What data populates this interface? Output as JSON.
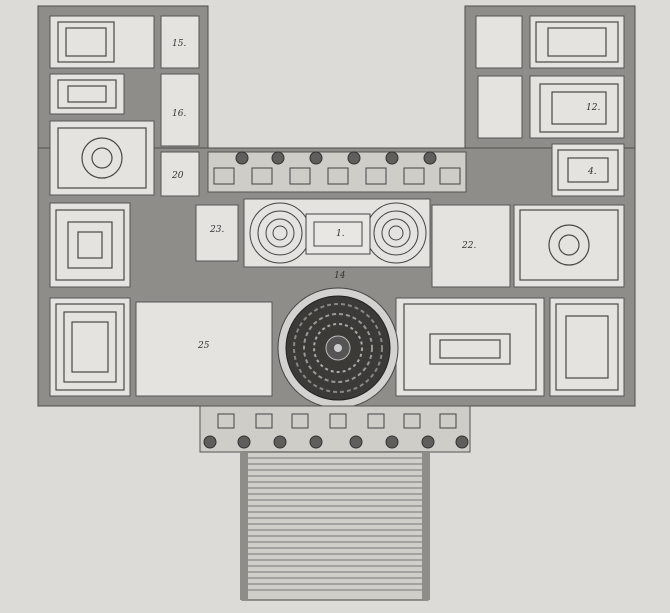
{
  "colors": {
    "paper": "#dcdbd7",
    "wall": "#8e8d89",
    "wall_dark": "#5f5e5a",
    "room": "#e4e3df",
    "ornament": "#4a4946",
    "rotunda": "#3b3a37"
  },
  "room_labels": {
    "r15": "15.",
    "r16": "16.",
    "r20": "20",
    "r23": "23.",
    "r1": "1.",
    "r22": "22.",
    "r25": "25",
    "r14": "14",
    "r4": "4.",
    "r12": "12."
  }
}
